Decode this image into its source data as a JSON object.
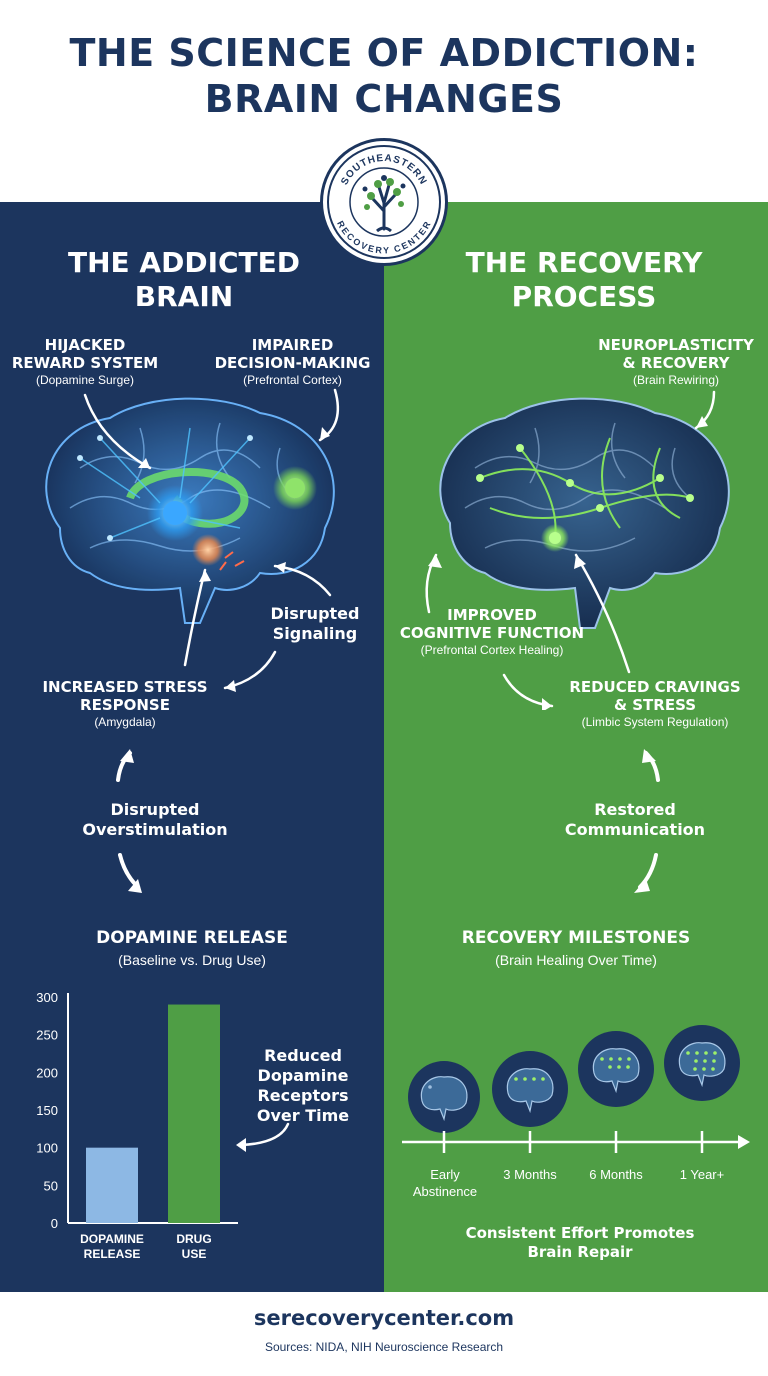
{
  "title": {
    "line1": "THE SCIENCE OF ADDICTION:",
    "line2": "BRAIN CHANGES"
  },
  "logo": {
    "top_text": "SOUTHEASTERN",
    "bottom_text": "RECOVERY CENTER"
  },
  "left": {
    "heading_line1": "THE ADDICTED",
    "heading_line2": "BRAIN",
    "labels": {
      "reward": {
        "line1": "HIJACKED",
        "line2": "REWARD SYSTEM",
        "sub": "(Dopamine Surge)"
      },
      "decision": {
        "line1": "IMPAIRED",
        "line2": "DECISION-MAKING",
        "sub": "(Prefrontal Cortex)"
      },
      "signaling": {
        "line1": "Disrupted",
        "line2": "Signaling"
      },
      "stress": {
        "line1": "INCREASED STRESS",
        "line2": "RESPONSE",
        "sub": "(Amygdala)"
      },
      "overstim": {
        "line1": "Disrupted",
        "line2": "Overstimulation"
      }
    },
    "chart_title": "DOPAMINE RELEASE",
    "chart_subtitle": "(Baseline vs. Drug Use)",
    "chart_note": {
      "line1": "Reduced",
      "line2": "Dopamine",
      "line3": "Receptors",
      "line4": "Over Time"
    }
  },
  "right": {
    "heading_line1": "THE RECOVERY",
    "heading_line2": "PROCESS",
    "labels": {
      "neuro": {
        "line1": "NEUROPLASTICITY",
        "line2": "& RECOVERY",
        "sub": "(Brain Rewiring)"
      },
      "cognitive": {
        "line1": "IMPROVED",
        "line2": "COGNITIVE FUNCTION",
        "sub": "(Prefrontal Cortex Healing)"
      },
      "cravings": {
        "line1": "REDUCED CRAVINGS",
        "line2": "& STRESS",
        "sub": "(Limbic System Regulation)"
      },
      "restored": {
        "line1": "Restored",
        "line2": "Communication"
      }
    },
    "milestones_title": "RECOVERY MILESTONES",
    "milestones_subtitle": "(Brain Healing Over Time)",
    "milestones": [
      {
        "line1": "Early",
        "line2": "Abstinence"
      },
      {
        "line1": "3 Months",
        "line2": ""
      },
      {
        "line1": "6 Months",
        "line2": ""
      },
      {
        "line1": "1 Year+",
        "line2": ""
      }
    ],
    "tagline_line1": "Consistent Effort Promotes",
    "tagline_line2": "Brain Repair"
  },
  "chart_data": {
    "type": "bar",
    "categories": [
      "DOPAMINE RELEASE",
      "DRUG USE"
    ],
    "category_lines": [
      [
        "DOPAMINE",
        "RELEASE"
      ],
      [
        "DRUG",
        "USE"
      ]
    ],
    "values": [
      100,
      290
    ],
    "ylim": [
      0,
      300
    ],
    "yticks": [
      "0",
      "50",
      "100",
      "150",
      "200",
      "250",
      "300"
    ],
    "colors": [
      "#8db8e4",
      "#4f9e45"
    ],
    "title": "DOPAMINE RELEASE",
    "subtitle": "(Baseline vs. Drug Use)",
    "xlabel": "",
    "ylabel": ""
  },
  "footer": {
    "url": "serecoverycenter.com",
    "sources": "Sources: NIDA, NIH Neuroscience Research"
  },
  "colors": {
    "navy": "#1c355e",
    "green": "#4f9e45",
    "glow_blue": "#49b6ff",
    "glow_green": "#9cf06a"
  },
  "icons": {
    "logo": "tree-logo-icon",
    "left_brain": "brain-icon",
    "right_brain": "brain-icon",
    "milestone": "brain-icon"
  }
}
